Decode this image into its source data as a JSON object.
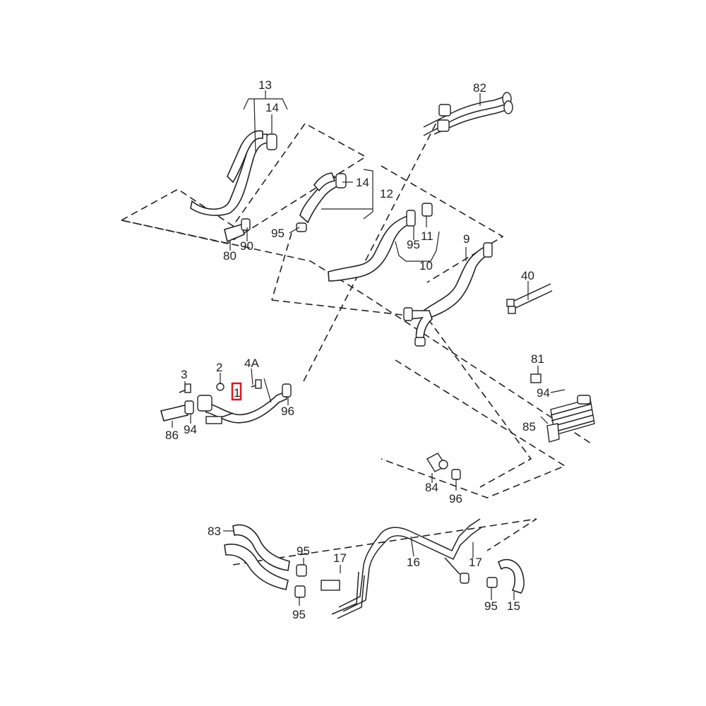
{
  "diagram": {
    "labels": {
      "l13": "13",
      "l14a": "14",
      "l82": "82",
      "l14b": "14",
      "l12": "12",
      "l80": "80",
      "l90": "90",
      "l95a": "95",
      "l95b": "95",
      "l11": "11",
      "l10": "10",
      "l9": "9",
      "l40": "40",
      "l3": "3",
      "l2": "2",
      "l4a": "4A",
      "l1": "1",
      "l96a": "96",
      "l86": "86",
      "l94a": "94",
      "l81": "81",
      "l94b": "94",
      "l85": "85",
      "l84": "84",
      "l96b": "96",
      "l83": "83",
      "l95c": "95",
      "l17a": "17",
      "l16": "16",
      "l17b": "17",
      "l95d": "95",
      "l95e": "95",
      "l15": "15"
    },
    "highlight_color": "#e0141e",
    "line_color": "#222222"
  }
}
